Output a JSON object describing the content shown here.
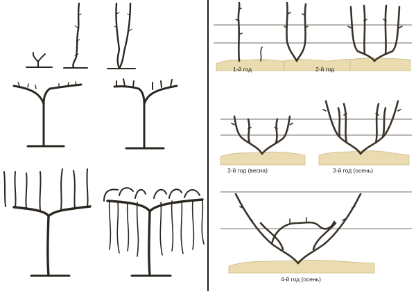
{
  "captions": {
    "year1": "1-й год",
    "year2": "2-й год",
    "year3_spring": "3-й год (весна)",
    "year3_autumn": "3-й год (осень)",
    "year4_autumn": "4-й год (осень)"
  },
  "colors": {
    "soil": "#eadcb0",
    "ink": "#2b2620",
    "wire": "#6f6b66"
  }
}
